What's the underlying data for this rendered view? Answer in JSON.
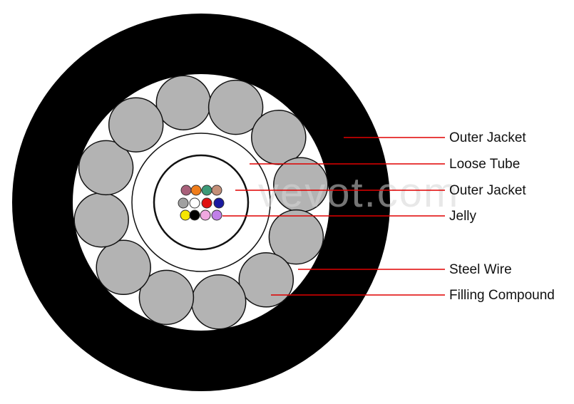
{
  "colors": {
    "outer_jacket": "#000000",
    "steel_wire": "#b3b3b3",
    "wire_stroke": "#111111",
    "leader_line": "#e00000",
    "background": "#ffffff"
  },
  "watermark": "vevot.com",
  "labels": [
    {
      "text": "Outer Jacket"
    },
    {
      "text": "Loose Tube"
    },
    {
      "text": "Outer Jacket"
    },
    {
      "text": "Jelly"
    },
    {
      "text": "Steel Wire"
    },
    {
      "text": "Filling Compound"
    }
  ],
  "fibers": [
    {
      "color": "#a8607a"
    },
    {
      "color": "#f07d1a"
    },
    {
      "color": "#3c9a78"
    },
    {
      "color": "#c48f78"
    },
    {
      "color": "#a0a0a0"
    },
    {
      "color": "#ffffff"
    },
    {
      "color": "#e01010"
    },
    {
      "color": "#1a1aa0"
    },
    {
      "color": "#f5e600"
    },
    {
      "color": "#000000"
    },
    {
      "color": "#f0a8e0"
    },
    {
      "color": "#c080e8"
    }
  ],
  "steel_wire_count": 12
}
